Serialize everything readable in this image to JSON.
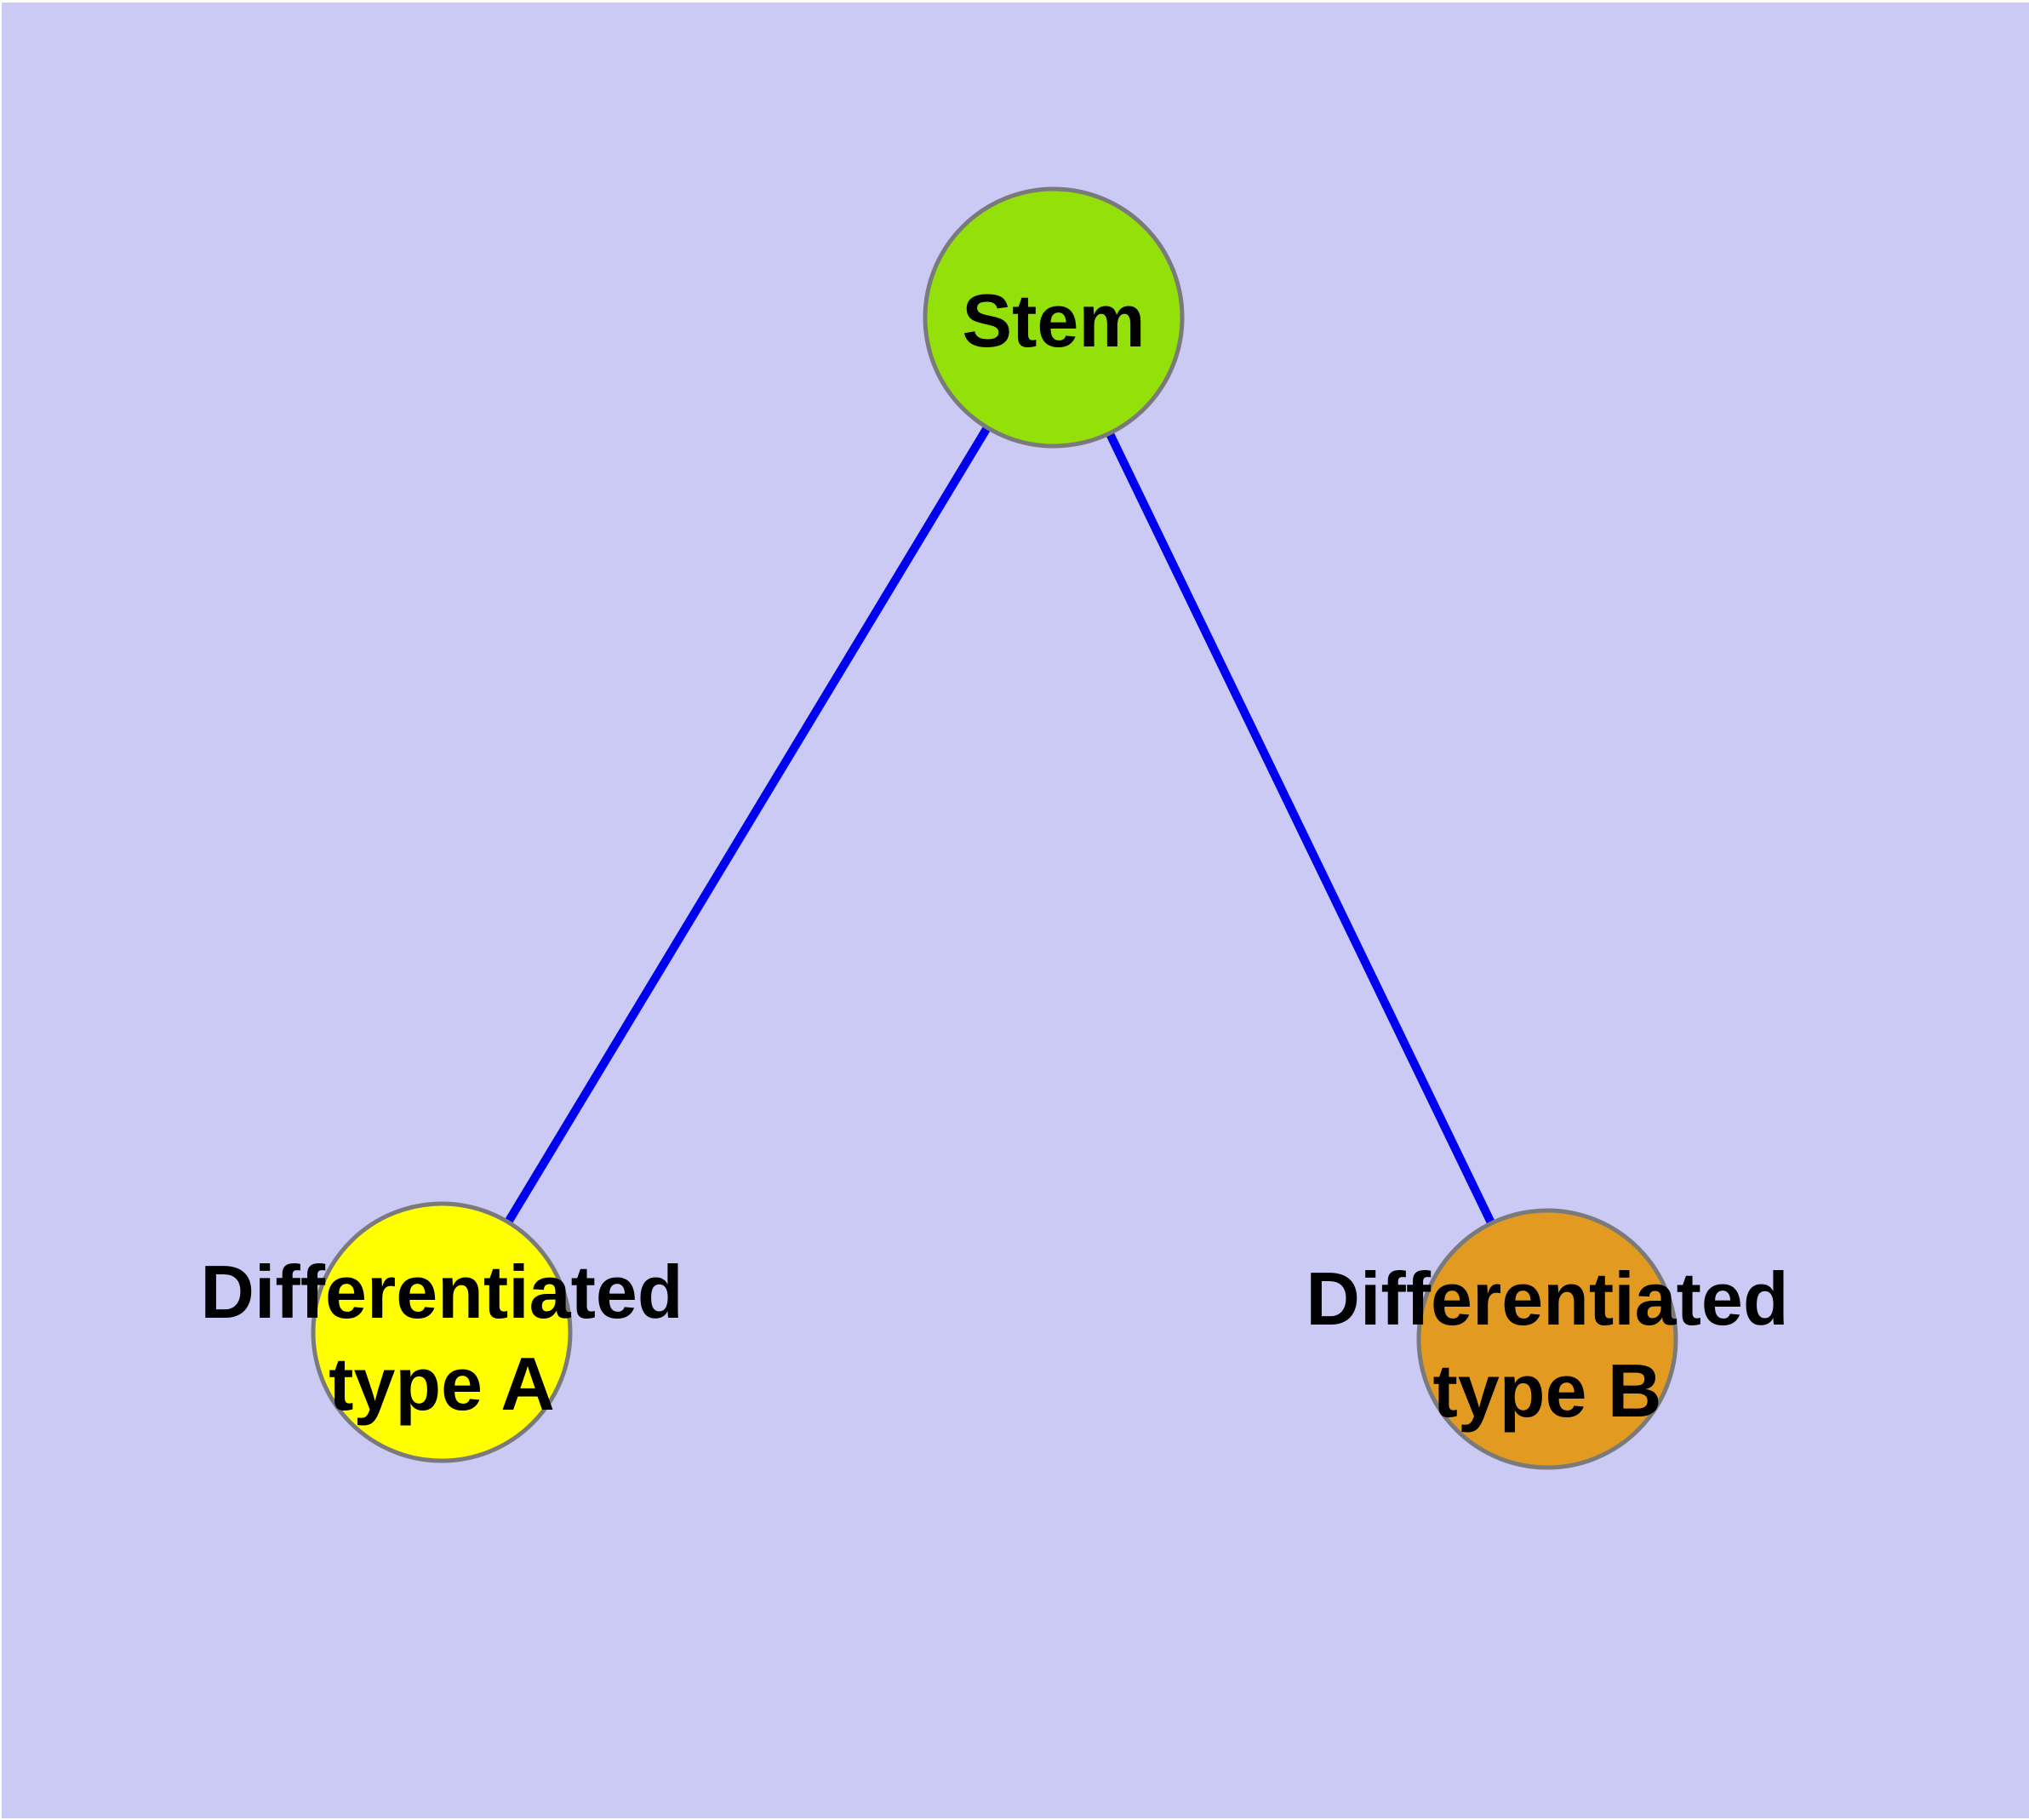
{
  "diagram": {
    "type": "node-link-graph",
    "description": "Stem cell differentiation diagram",
    "colors": {
      "background": "#CACAF5",
      "frame": "#FFFFFF",
      "edge": "#0000F0",
      "node_border": "#7A7A7A",
      "label_text": "#000000"
    },
    "nodes": [
      {
        "id": "stem",
        "label": "Stem",
        "fill": "#94E10A"
      },
      {
        "id": "type-a",
        "label_line1": "Differentiated",
        "label_line2": "type A",
        "fill": "#FFFF00"
      },
      {
        "id": "type-b",
        "label_line1": "Differentiated",
        "label_line2": "type B",
        "fill": "#E29B20"
      }
    ],
    "edges": [
      {
        "from": "Stem",
        "to": "Differentiated type A"
      },
      {
        "from": "Stem",
        "to": "Differentiated type B"
      }
    ]
  }
}
